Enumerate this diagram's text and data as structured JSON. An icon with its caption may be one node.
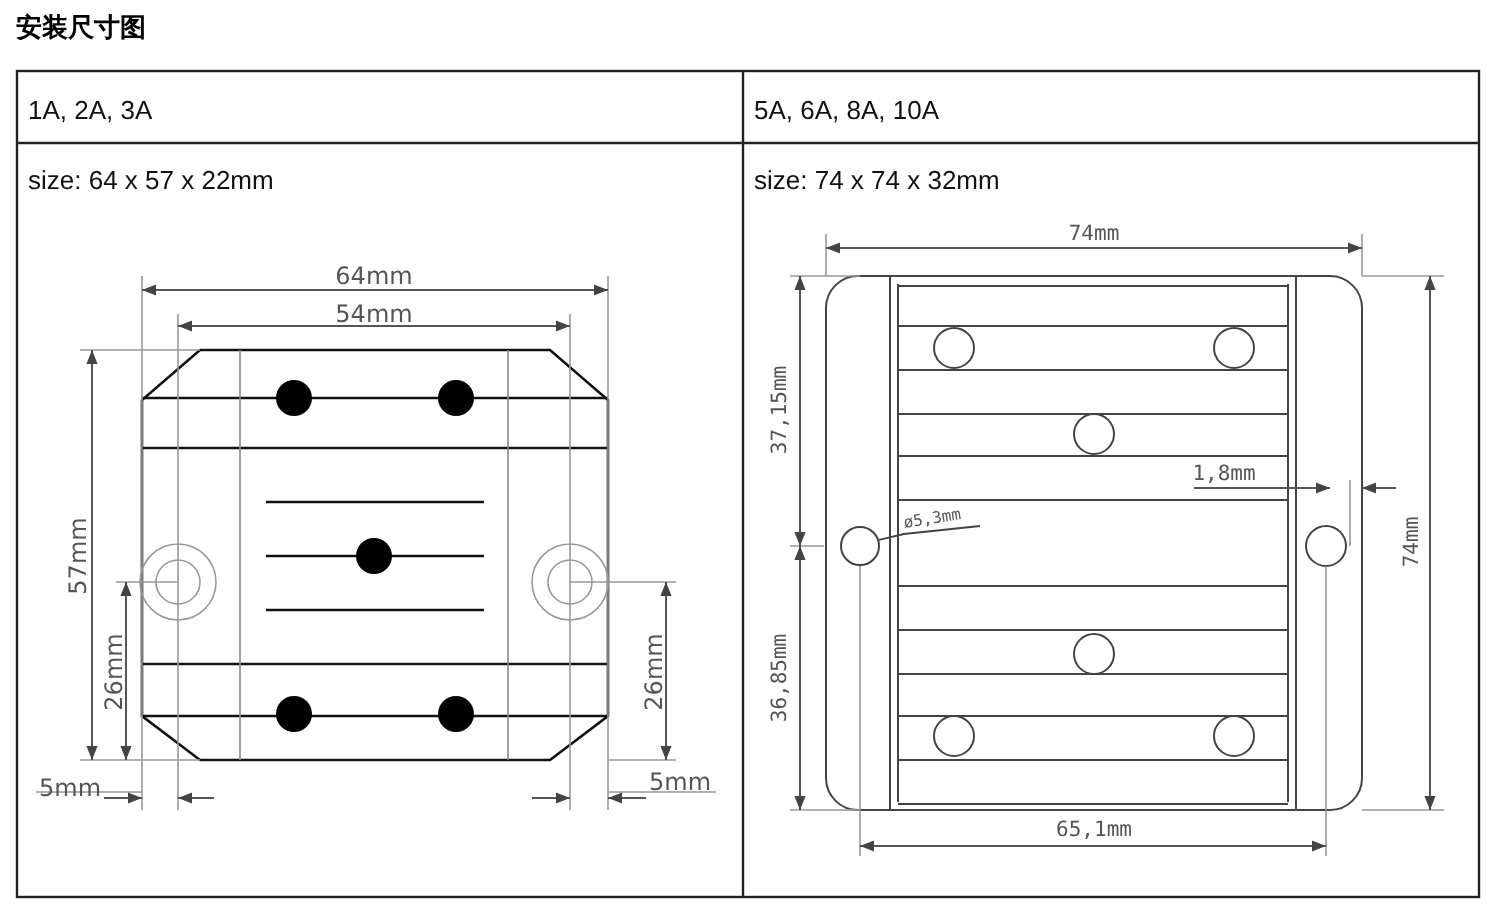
{
  "diagram": {
    "title": "安装尺寸图",
    "nodes": [
      {
        "text": [
          "ø5,3mm"
        ]
      },
      {
        "text": [],
        "shape": "circle"
      }
    ],
    "edges": [
      {
        "from": 0,
        "to": 1,
        "arrow": "none"
      }
    ],
    "labels": [
      "1A, 2A, 3A",
      "5A, 6A, 8A, 10A",
      "size: 64 x 57 x 22mm",
      "size: 74 x 74 x 32mm",
      "64mm",
      "54mm",
      "57mm",
      "26mm",
      "26mm",
      "5mm",
      "5mm",
      "74mm",
      "37,15mm",
      "1,8mm",
      "36,85mm",
      "74mm",
      "65,1mm"
    ]
  }
}
